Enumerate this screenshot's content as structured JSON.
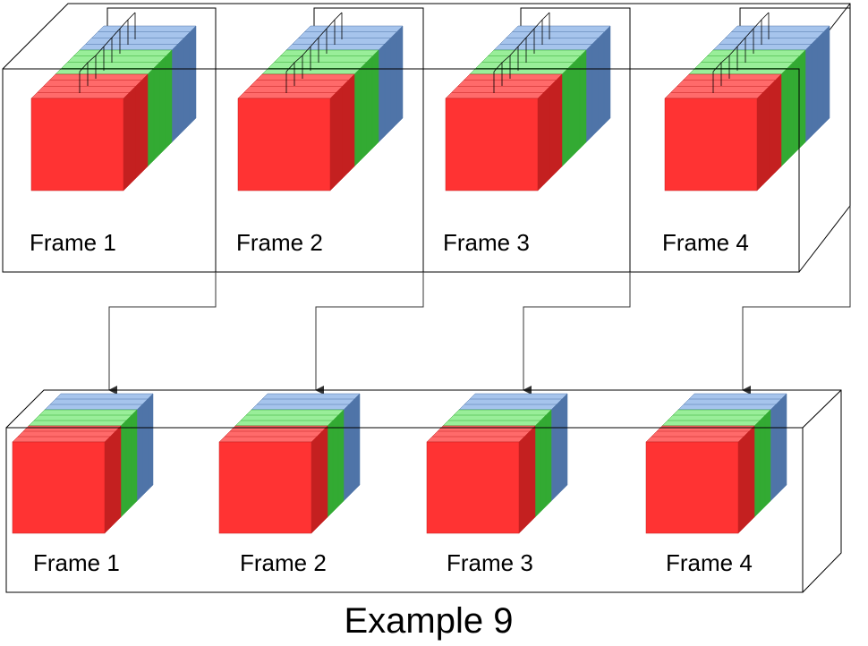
{
  "colors": {
    "red": "#ff3333",
    "red_dark": "#c42020",
    "red_light": "#ff6a6a",
    "green": "#66dd66",
    "green_dark": "#33aa33",
    "green_light": "#99ee99",
    "blue": "#7ea6dc",
    "blue_dark": "#4f74a8",
    "blue_light": "#a6c4ec",
    "line": "#000000",
    "box_fill": "#ffffff"
  },
  "top": {
    "frames": [
      {
        "label": "Frame 1"
      },
      {
        "label": "Frame 2"
      },
      {
        "label": "Frame 3"
      },
      {
        "label": "Frame 4"
      }
    ]
  },
  "bottom": {
    "frames": [
      {
        "label": "Frame 1"
      },
      {
        "label": "Frame 2"
      },
      {
        "label": "Frame 3"
      },
      {
        "label": "Frame 4"
      }
    ]
  },
  "caption": "Example 9"
}
